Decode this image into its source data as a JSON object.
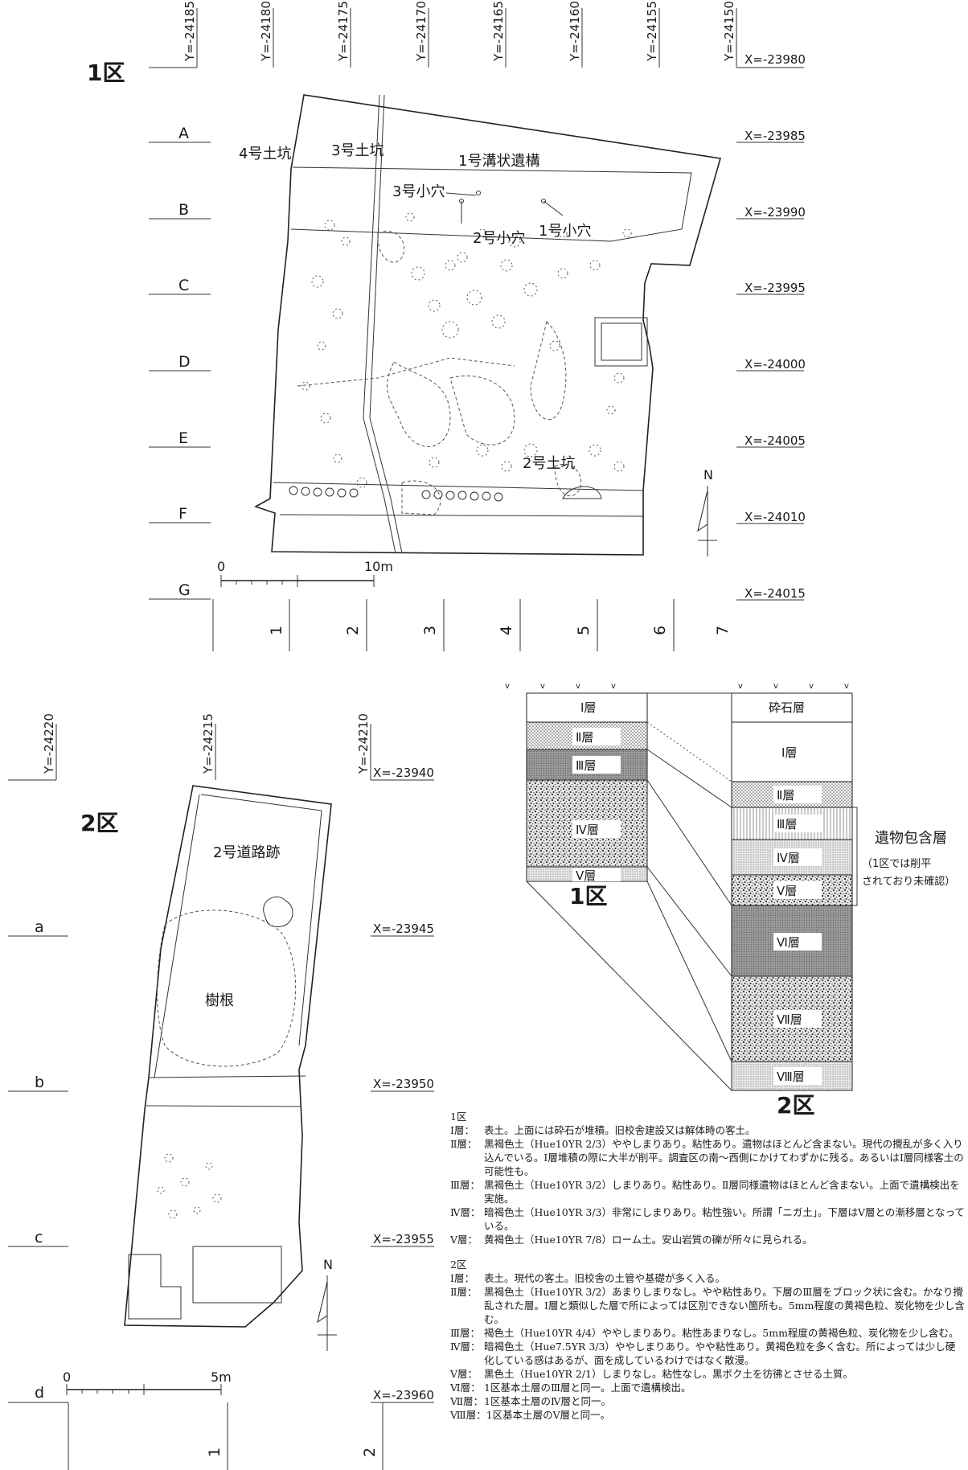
{
  "section1": {
    "label": "1区",
    "y_coords": [
      "Y=-24185",
      "Y=-24180",
      "Y=-24175",
      "Y=-24170",
      "Y=-24165",
      "Y=-24160",
      "Y=-24155",
      "Y=-24150"
    ],
    "x_coords": [
      "X=-23980",
      "X=-23985",
      "X=-23990",
      "X=-23995",
      "X=-24000",
      "X=-24005",
      "X=-24010",
      "X=-24015"
    ],
    "row_labels": [
      "A",
      "B",
      "C",
      "D",
      "E",
      "F",
      "G"
    ],
    "col_labels": [
      "1",
      "2",
      "3",
      "4",
      "5",
      "6",
      "7"
    ],
    "features": {
      "pit4": "4号土坑",
      "pit3": "3号土坑",
      "ditch1": "1号溝状遺構",
      "hole3": "3号小穴",
      "hole2": "2号小穴",
      "hole1": "1号小穴",
      "pit2": "2号土坑"
    },
    "scale": {
      "start": "0",
      "end": "10m"
    },
    "north": "N"
  },
  "section2": {
    "label": "2区",
    "y_coords": [
      "Y=-24220",
      "Y=-24215",
      "Y=-24210"
    ],
    "x_coords": [
      "X=-23940",
      "X=-23945",
      "X=-23950",
      "X=-23955",
      "X=-23960"
    ],
    "row_labels": [
      "a",
      "b",
      "c",
      "d"
    ],
    "col_labels": [
      "1",
      "2"
    ],
    "features": {
      "road2": "2号道路跡",
      "roots": "樹根"
    },
    "scale": {
      "start": "0",
      "end": "5m"
    },
    "north": "N"
  },
  "column1": {
    "caption": "1区",
    "layers": [
      "Ⅰ層",
      "Ⅱ層",
      "Ⅲ層",
      "Ⅳ層",
      "Ⅴ層"
    ]
  },
  "column2": {
    "caption": "2区",
    "layers": [
      "砕石層",
      "Ⅰ層",
      "Ⅱ層",
      "Ⅲ層",
      "Ⅳ層",
      "Ⅴ層",
      "Ⅵ層",
      "Ⅶ層",
      "Ⅷ層"
    ]
  },
  "bracket": {
    "title": "遺物包含層",
    "note1": "（1区では削平",
    "note2": "されており未確認）"
  },
  "notes": {
    "sec1_title": "1区",
    "sec1": [
      {
        "k": "Ⅰ層：",
        "v": "表土。上面には砕石が堆積。旧校舎建設又は解体時の客土。"
      },
      {
        "k": "Ⅱ層：",
        "v": "黒褐色土（Hue10YR 2/3）ややしまりあり。粘性あり。遺物はほとんど含まない。現代の攪乱が多く入り込んでいる。Ⅰ層堆積の際に大半が削平。調査区の南〜西側にかけてわずかに残る。あるいはⅠ層同様客土の可能性も。"
      },
      {
        "k": "Ⅲ層：",
        "v": "黒褐色土（Hue10YR 3/2）しまりあり。粘性あり。Ⅱ層同様遺物はほとんど含まない。上面で遺構検出を実施。"
      },
      {
        "k": "Ⅳ層：",
        "v": "暗褐色土（Hue10YR 3/3）非常にしまりあり。粘性強い。所謂「ニガ土」。下層はⅤ層との漸移層となっている。"
      },
      {
        "k": "Ⅴ層：",
        "v": "黄褐色土（Hue10YR 7/8）ローム土。安山岩質の礫が所々に見られる。"
      }
    ],
    "sec2_title": "2区",
    "sec2": [
      {
        "k": "Ⅰ層：",
        "v": "表土。現代の客土。旧校舎の土管や基礎が多く入る。"
      },
      {
        "k": "Ⅱ層：",
        "v": "黒褐色土（Hue10YR 3/2）あまりしまりなし。やや粘性あり。下層のⅢ層をブロック状に含む。かなり攪乱された層。Ⅰ層と類似した層で所によっては区別できない箇所も。5mm程度の黄褐色粒、炭化物を少し含む。"
      },
      {
        "k": "Ⅲ層：",
        "v": "褐色土（Hue10YR 4/4）ややしまりあり。粘性あまりなし。5mm程度の黄褐色粒、炭化物を少し含む。"
      },
      {
        "k": "Ⅳ層：",
        "v": "暗褐色土（Hue7.5YR 3/3）ややしまりあり。やや粘性あり。黄褐色粒を多く含む。所によっては少し硬化している感はあるが、面を成しているわけではなく散漫。"
      },
      {
        "k": "Ⅴ層：",
        "v": "黒色土（Hue10YR 2/1）しまりなし。粘性なし。黒ボク土を彷彿とさせる土質。"
      },
      {
        "k": "Ⅵ層：",
        "v": "1区基本土層のⅢ層と同一。上面で遺構検出。"
      },
      {
        "k": "Ⅶ層：",
        "v": "1区基本土層のⅣ層と同一。"
      },
      {
        "k": "Ⅷ層：",
        "v": "1区基本土層のⅤ層と同一。"
      }
    ]
  }
}
